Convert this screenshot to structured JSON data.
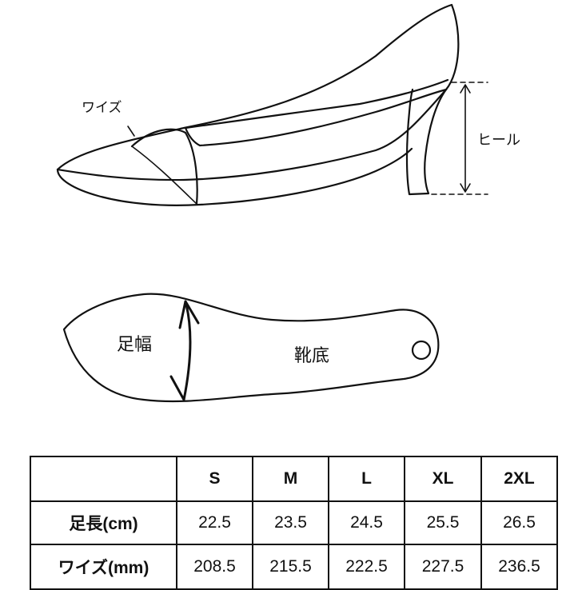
{
  "shoe": {
    "width_label": "ワイズ",
    "heel_label": "ヒール"
  },
  "insole": {
    "foot_width_label": "足幅",
    "sole_label": "靴底"
  },
  "size_table": {
    "corner": "",
    "sizes": [
      "S",
      "M",
      "L",
      "XL",
      "2XL"
    ],
    "rows": [
      {
        "label": "足長(cm)",
        "values": [
          "22.5",
          "23.5",
          "24.5",
          "25.5",
          "26.5"
        ]
      },
      {
        "label": "ワイズ(mm)",
        "values": [
          "208.5",
          "215.5",
          "222.5",
          "227.5",
          "236.5"
        ]
      }
    ]
  }
}
